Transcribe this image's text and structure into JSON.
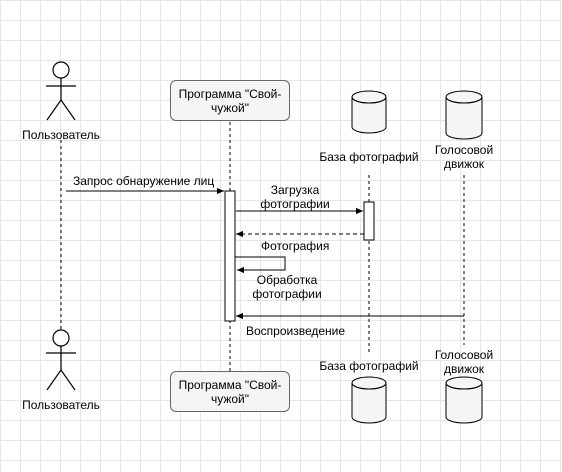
{
  "actors": {
    "user_top": "Пользователь",
    "user_bottom": "Пользователь"
  },
  "participants": {
    "program_top": "Программа \"Свой-\nчужой\"",
    "program_bottom": "Программа \"Свой-\nчужой\"",
    "photo_db_top": "База фотографий",
    "photo_db_bottom": "База фотографий",
    "voice_top": "Голосовой\nдвижок",
    "voice_bottom": "Голосовой\nдвижок"
  },
  "messages": {
    "face_request": "Запрос обнаружение лиц",
    "load_photo": "Загрузка\nфотографии",
    "photo": "Фотография",
    "process_photo": "Обработка\nфотографии",
    "playback": "Воспроизведение"
  }
}
